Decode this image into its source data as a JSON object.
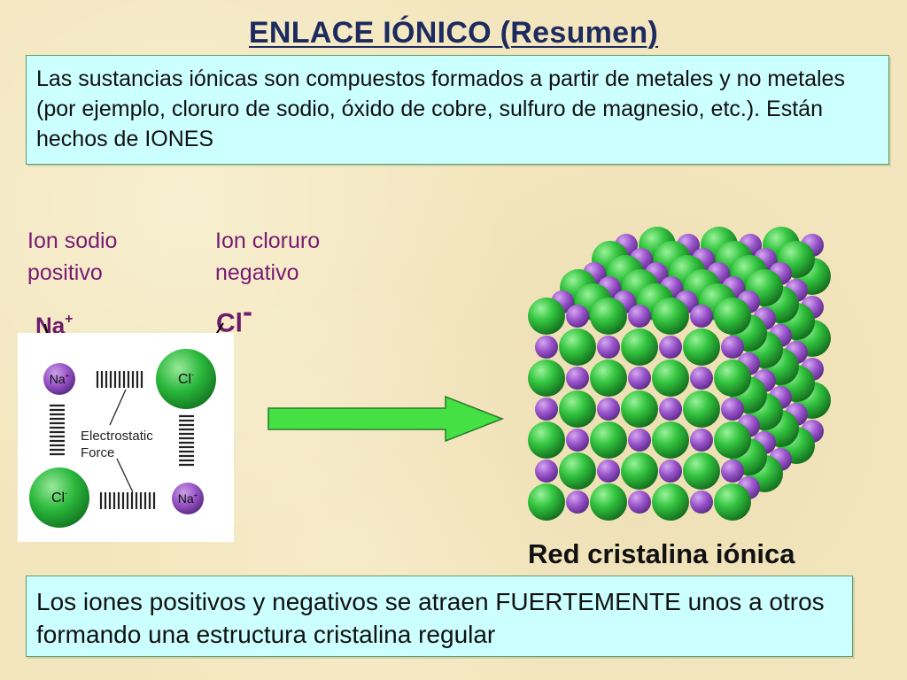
{
  "title": "ENLACE IÓNICO (Resumen)",
  "intro_text": "Las sustancias iónicas son compuestos formados a partir de metales y no metales (por ejemplo, cloruro de sodio, óxido de cobre, sulfuro de magnesio, etc.). Están hechos de IONES",
  "sodium_label": "Ion sodio\npositivo",
  "sodium_symbol": "Na",
  "sodium_charge": "+",
  "chloride_label": "Ion cloruro\nnegativo",
  "chloride_symbol": "Cl",
  "chloride_charge": "-",
  "diagram": {
    "na_label": "Na",
    "na_charge": "+",
    "cl_label": "Cl",
    "cl_charge": "-",
    "force_line1": "Electrostatic",
    "force_line2": "Force"
  },
  "crystal_caption": "Red cristalina iónica",
  "conclusion_text": "Los iones positivos y negativos se atraen FUERTEMENTE unos a otros formando una estructura cristalina regular",
  "colors": {
    "title": "#1c2a5e",
    "label_purple": "#7a1a73",
    "box_fill": "#ccffff",
    "sodium_ion": "#9a55c8",
    "chloride_ion": "#2ab83c",
    "arrow_green": "#44e044"
  }
}
